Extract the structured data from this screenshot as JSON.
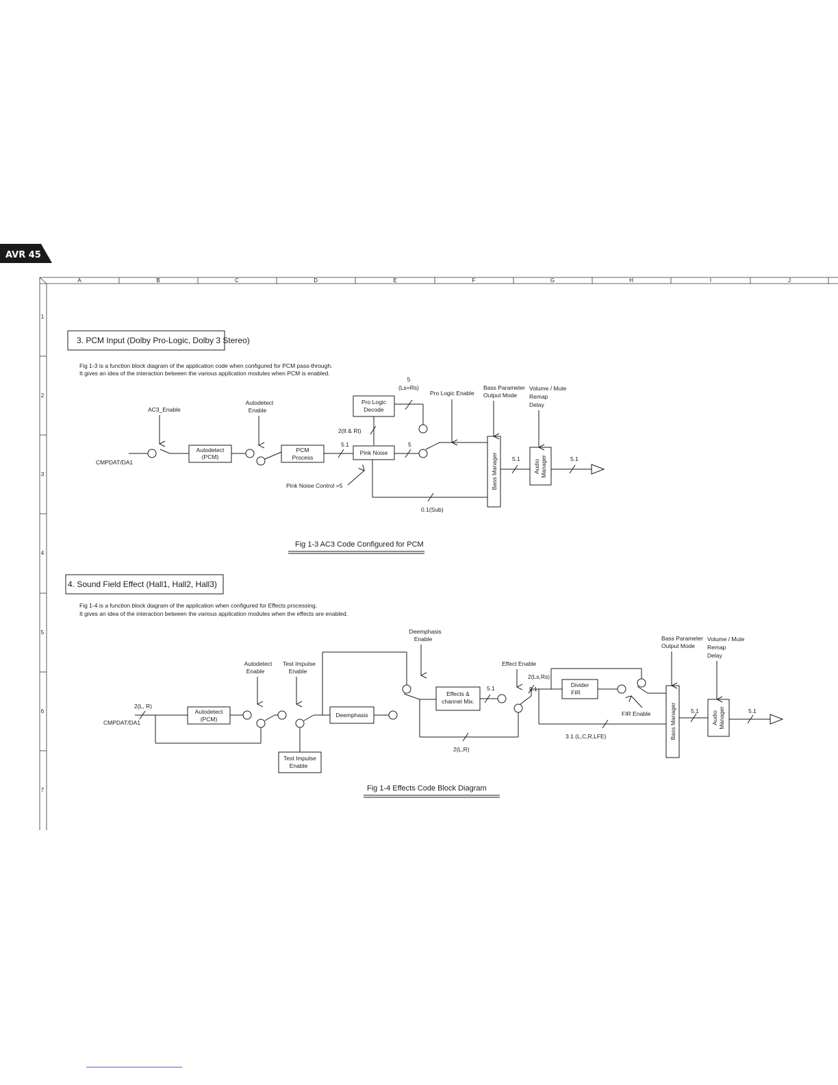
{
  "badge": {
    "label": "AVR 45",
    "color": "#1a1a1a"
  },
  "grid": {
    "columns": [
      "A",
      "B",
      "C",
      "D",
      "E",
      "F",
      "G",
      "H",
      "I",
      "J"
    ],
    "rows": [
      "1",
      "2",
      "3",
      "4",
      "5",
      "6",
      "7"
    ]
  },
  "section3": {
    "title": "3. PCM Input (Dolby Pro-Logic, Dolby 3 Stereo)",
    "desc_line1": "Fig 1-3 is a function block diagram  of the application code when configured for PCM pass-through.",
    "desc_line2": "It gives an idea of the interaction between the various application modules when PCM is enabled.",
    "input": "CMPDAT/DA1",
    "ac3_enable": "AC3_Enable",
    "autodetect_enable_1": "Autodetect",
    "autodetect_enable_2": "Enable",
    "autodetect_box_1": "Autodetect",
    "autodetect_box_2": "(PCM)",
    "pcm_process_1": "PCM",
    "pcm_process_2": "Process",
    "pro_logic_1": "Pro Logic",
    "pro_logic_2": "Decode",
    "pink_noise": "Pink Noise",
    "label_5_top": "5",
    "label_lsrs": "(Ls=Rs)",
    "label_2ltrt": "2(lt & Rt)",
    "label_51_a": "5.1",
    "label_5_mid": "5",
    "pro_logic_enable": "Pro Logic Enable",
    "bass_param_1": "Bass Parameter",
    "bass_param_2": "Output Mode",
    "volume_1": "Volume / Mute",
    "volume_2": "Remap",
    "volume_3": "Delay",
    "bass_manager": "Bass Manager",
    "audio_manager_1": "Audio",
    "audio_manager_2": "Manager",
    "label_51_b": "5.1",
    "label_51_c": "5.1",
    "pink_noise_control": "Pink Noise Control =5",
    "label_sub": "0.1(Sub)",
    "caption": "Fig 1-3 AC3 Code Configured for PCM"
  },
  "section4": {
    "title": "4. Sound Field Effect (Hall1, Hall2, Hall3)",
    "desc_line1": "Fig 1-4 is a function block diagram of the application when configured for Effects processing.",
    "desc_line2": "It gives an idea of the interaction between the various application modules when the effects are enabled.",
    "input": "CMPDAT/DA1",
    "label_2lr": "2(L, R)",
    "autodetect_enable_1": "Autodetect",
    "autodetect_enable_2": "Enable",
    "test_impulse_enable_1": "Test Impulse",
    "test_impulse_enable_2": "Enable",
    "autodetect_box_1": "Autodetect",
    "autodetect_box_2": "(PCM)",
    "deemphasis": "Deemphasis",
    "deemphasis_enable_1": "Deemphasis",
    "deemphasis_enable_2": "Enable",
    "test_impulse_box_1": "Test Impulse",
    "test_impulse_box_2": "Enable",
    "effects_1": "Effects &",
    "effects_2": "channel Mix.",
    "label_51_a": "5.1",
    "label_51_b": "5.1",
    "effect_enable": "Effect Enable",
    "label_2lsrs": "2(Ls,Rs)",
    "divider_1": "Divider",
    "divider_2": "FIR",
    "fir_enable": "FIR Enable",
    "bass_param_1": "Bass Parameter",
    "bass_param_2": "Output Mode",
    "volume_1": "Volume / Mute",
    "volume_2": "Remap",
    "volume_3": "Delay",
    "bass_manager": "Bass Manager",
    "audio_manager_1": "Audio",
    "audio_manager_2": "Manager",
    "label_51_c": "5.1",
    "label_51_d": "5.1",
    "label_2lr_b": "2(L,R)",
    "label_31": "3.1 (L,C,R,LFE)",
    "caption": "Fig 1-4 Effects Code Block Diagram"
  }
}
